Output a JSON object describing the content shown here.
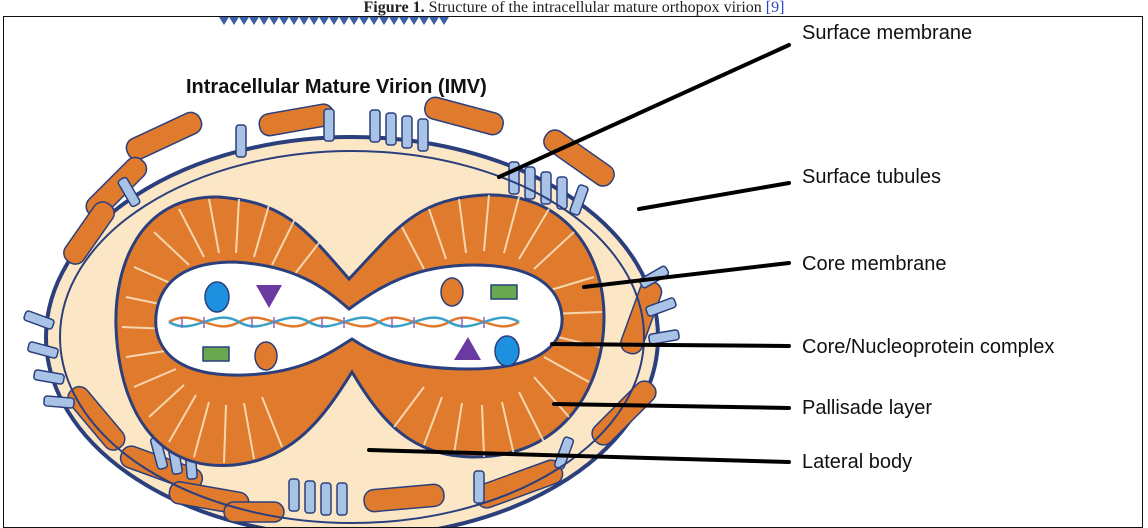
{
  "caption": {
    "prefix": "Figure 1.",
    "text": "Structure of the intracellular mature orthopox virion",
    "ref": "[9]"
  },
  "diagram": {
    "title": "Intracellular Mature Virion (IMV)",
    "labels": [
      "Surface membrane",
      "Surface tubules",
      "Core membrane",
      "Core/Nucleoprotein complex",
      "Pallisade layer",
      "Lateral body"
    ]
  },
  "colors": {
    "orange": "#e07a2c",
    "tubule": "#a9c3e6",
    "membrane": "#2b3f7d",
    "lateral_body": "#fbe7c6",
    "core_bg": "#ffffff",
    "green": "#6aa84f",
    "blue_circle": "#1e90e0",
    "triangle": "#6a3aa0"
  }
}
